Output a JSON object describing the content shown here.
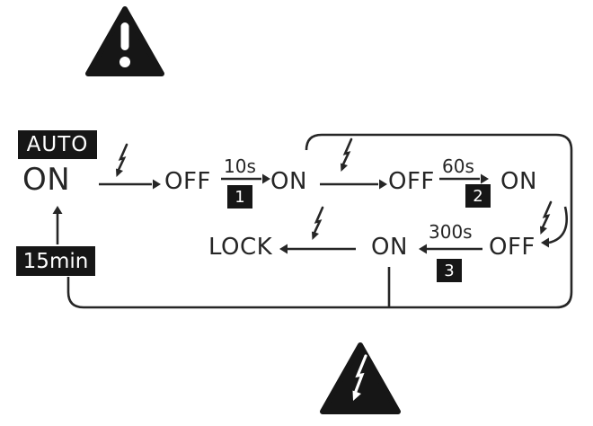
{
  "colors": {
    "ink": "#262626",
    "badge_bg": "#161616",
    "badge_fg": "#ffffff",
    "background": "#ffffff"
  },
  "icons": {
    "top_warning": "exclamation-triangle-icon",
    "bottom_warning": "lightning-triangle-icon",
    "press_events": "lightning-bolt-icon"
  },
  "flow": {
    "mode_badge": "AUTO",
    "state_on_large": "ON",
    "row1": {
      "off1": "OFF",
      "timer1": "10s",
      "step1": "1",
      "on2": "ON",
      "off2": "OFF",
      "timer2": "60s",
      "step2": "2",
      "on3": "ON"
    },
    "row2": {
      "lock": "LOCK",
      "on4": "ON",
      "timer3": "300s",
      "step3": "3",
      "off3": "OFF"
    },
    "return_badge": "15min"
  }
}
